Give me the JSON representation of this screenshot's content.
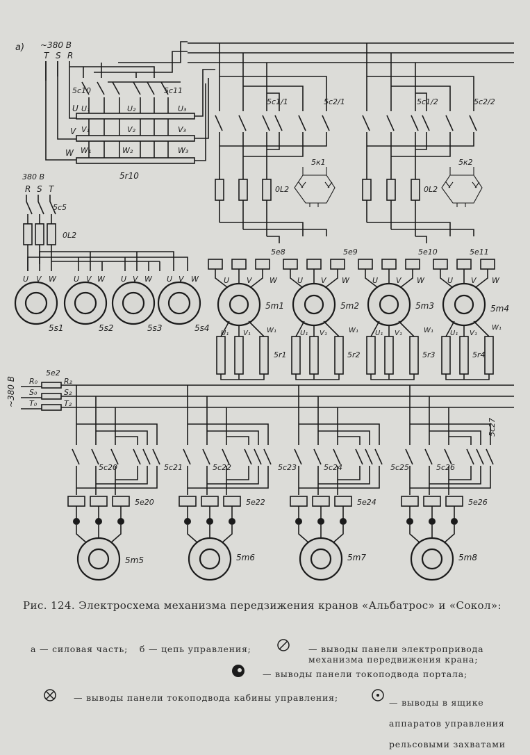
{
  "diagram": {
    "part_label": "a)",
    "supply_top": {
      "voltage": "~380 В",
      "phases": [
        "T",
        "S",
        "R"
      ]
    },
    "supply_left": {
      "voltage": "380 В",
      "phases": [
        "R",
        "S",
        "T"
      ]
    },
    "supply_bottom": {
      "voltage": "~380 В",
      "in_phases": [
        "R₀",
        "S₀",
        "T₀"
      ],
      "out_phases": [
        "R₂",
        "S₂",
        "T₂"
      ],
      "contactor": "5е2"
    },
    "switch_labels": [
      "5с10",
      "5с11",
      "5с5",
      "5с1/1",
      "5с2/1",
      "5с1/2",
      "5с2/2"
    ],
    "resistor_group": "5r10",
    "phase_letters": {
      "u": "U",
      "v": "V",
      "w": "W",
      "u1": "U₁",
      "v1": "V₁",
      "w1": "W₁",
      "u2": "U₂",
      "v2": "V₂",
      "w2": "W₂",
      "u3": "U₃",
      "v3": "V₃",
      "w3": "W₃"
    },
    "fuse_label": "0L2",
    "capacitor_labels": [
      "5к1",
      "5к2"
    ],
    "relay_labels": [
      "5е8",
      "5е9",
      "5е10",
      "5е11"
    ],
    "brake_motors": [
      "5s1",
      "5s2",
      "5s3",
      "5s4"
    ],
    "wound_motors": [
      "5m1",
      "5m2",
      "5m3",
      "5m4"
    ],
    "rotor_resistors": [
      "5r1",
      "5r2",
      "5r3",
      "5r4"
    ],
    "lower_switches": [
      "5с20",
      "5с21",
      "5с22",
      "5с23",
      "5с24",
      "5с25",
      "5с26",
      "5с27"
    ],
    "lower_relays": [
      "5е20",
      "5е22",
      "5е24",
      "5е26"
    ],
    "lower_motors": [
      "5m5",
      "5m6",
      "5m7",
      "5m8"
    ]
  },
  "caption": {
    "title": "Рис. 124. Электросхема механизма передзижения кранов «Альбатрос» и «Сокол»:",
    "legend_a": "а — силовая часть;",
    "legend_b": "б — цепь управления;",
    "legend_1": "— выводы панели электропривода механизма передвижения крана;",
    "legend_2": "— выводы панели токоподвода портала;",
    "legend_3": "— выводы панели токоподвода кабины управления;",
    "legend_4": "— выводы в ящике аппаратов управления рельсовыми захватами"
  }
}
